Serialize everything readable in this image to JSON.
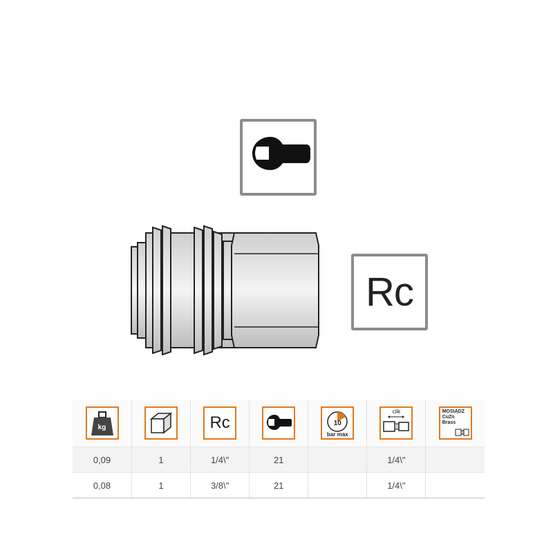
{
  "product": {
    "thread_label": "Rc"
  },
  "spec_table": {
    "icons": [
      {
        "name": "weight-kg-icon",
        "label": "kg"
      },
      {
        "name": "package-box-icon"
      },
      {
        "name": "thread-rc-icon",
        "label": "Rc"
      },
      {
        "name": "wrench-icon"
      },
      {
        "name": "pressure-gauge-icon",
        "value": "10",
        "label": "bar max"
      },
      {
        "name": "clik-connector-icon",
        "label": "clik"
      },
      {
        "name": "material-brass-icon",
        "lines": [
          "MOSIĄDZ",
          "CuZn",
          "Brass"
        ]
      }
    ],
    "rows": [
      [
        "0,09",
        "1",
        "1/4\\\"",
        "21",
        "",
        "1/4\\\"",
        ""
      ],
      [
        "0,08",
        "1",
        "3/8\\\"",
        "21",
        "",
        "1/4\\\"",
        ""
      ]
    ],
    "accent_color": "#e07a1f",
    "icon_frame_color": "#8c8c8c"
  }
}
